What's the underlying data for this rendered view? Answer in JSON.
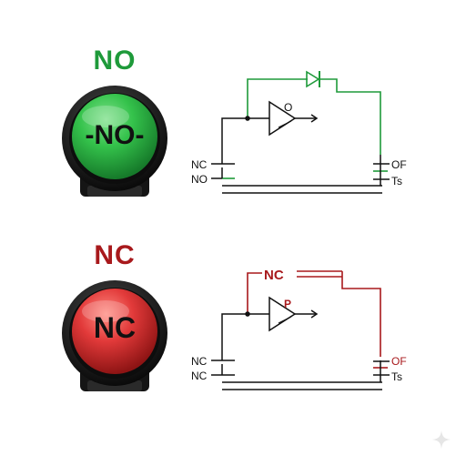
{
  "no_section": {
    "heading": "NO",
    "button_label": "-NO-",
    "button_color": "#2fbf4a",
    "wire_color": "#1e9a3a",
    "gate_label": "O",
    "terminal_labels": [
      "NC",
      "NO"
    ],
    "right_labels": [
      "OF",
      "Ts"
    ]
  },
  "nc_section": {
    "heading": "NC",
    "button_label": "NC",
    "button_color": "#e23a3a",
    "wire_color": "#a8191c",
    "wire_label": "NC",
    "gate_label": "P",
    "terminal_labels": [
      "NC",
      "NC"
    ],
    "right_labels": [
      "OF",
      "Ts"
    ]
  }
}
